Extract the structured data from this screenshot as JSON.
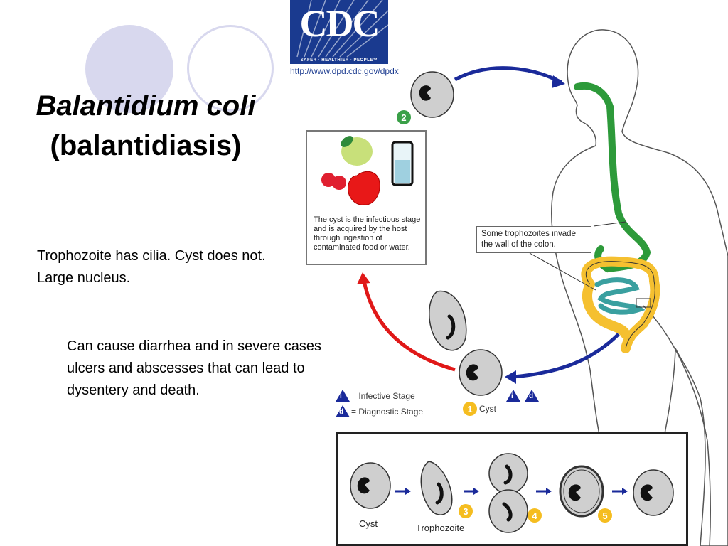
{
  "slide": {
    "title_line1": "Balantidium coli",
    "title_line2": "(balantidiasis)",
    "notes": [
      "Trophozoite has cilia.  Cyst does not.  Large nucleus.",
      "Can cause diarrhea and in severe cases ulcers and abscesses that can lead to dysentery and death."
    ]
  },
  "diagram": {
    "logo": {
      "text": "CDC",
      "tagline": "SAFER · HEALTHIER · PEOPLE™",
      "url": "http://www.dpd.cdc.gov/dpdx"
    },
    "infection_box_text": "The cyst is the infectious stage and is acquired by the host through ingestion of contaminated food or water.",
    "callout_text": "Some trophozoites invade the wall of the colon.",
    "legend": [
      {
        "symbol": "i",
        "label": "= Infective Stage"
      },
      {
        "symbol": "d",
        "label": "= Diagnostic Stage"
      }
    ],
    "stage_badges": {
      "two": "2",
      "one": "1",
      "three": "3",
      "four": "4",
      "five": "5"
    },
    "cyst_stage_label": "Cyst",
    "stage_symbols": [
      "i",
      "d"
    ],
    "lifecycle_labels": {
      "cyst": "Cyst",
      "trophozoite": "Trophozoite"
    },
    "colors": {
      "arrow_blue": "#1a2a9a",
      "arrow_red": "#e01818",
      "gut_green": "#2d9a3a",
      "colon_yellow": "#f5c030",
      "intestine_teal": "#3aa0a0",
      "badge_yellow": "#f5bd20",
      "badge_green": "#3aa048"
    }
  }
}
